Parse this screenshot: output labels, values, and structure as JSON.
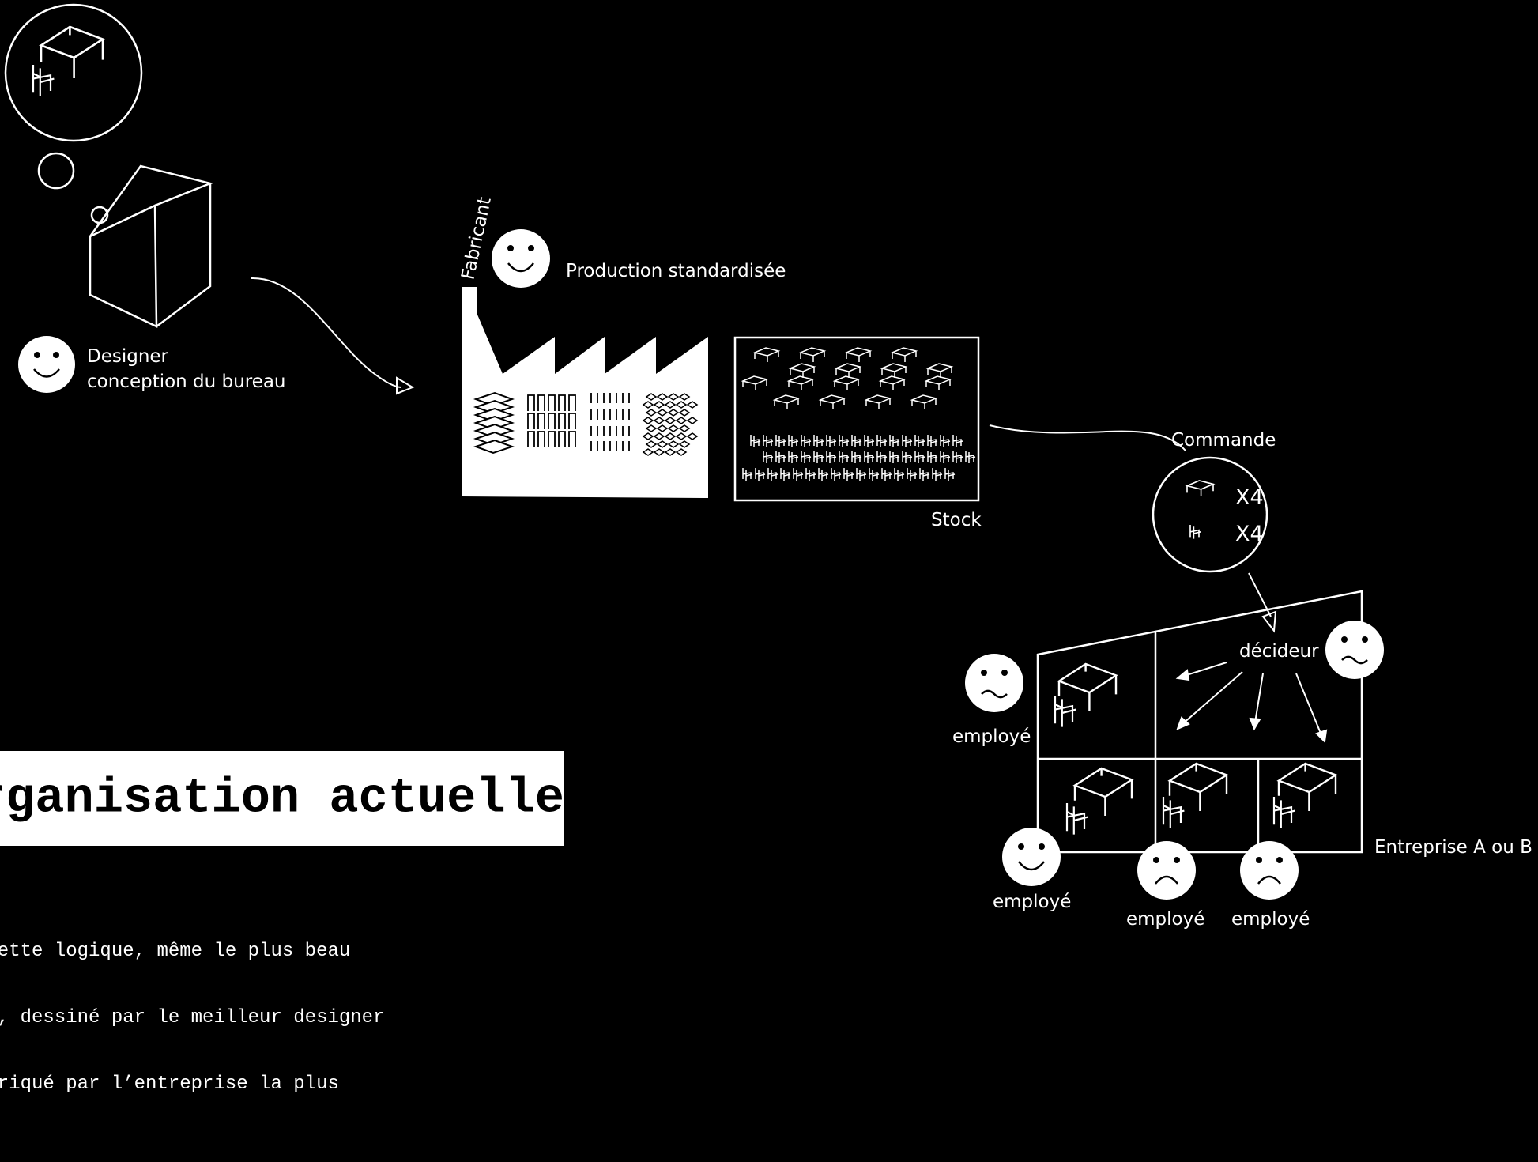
{
  "labels": {
    "designer_line1": "Designer",
    "designer_line2": "conception du bureau",
    "fabricant": "Fabricant",
    "production": "Production standardisée",
    "stock": "Stock",
    "commande": "Commande",
    "qty_table": "X4",
    "qty_chair": "X4",
    "decideur": "décideur",
    "employe_1": "employé",
    "employe_2": "employé",
    "employe_3": "employé",
    "employe_4": "employé",
    "entreprise": "Entreprise A ou B"
  },
  "title": "rganisation actuelle",
  "body_lines": [
    " cette logique, même le plus beau",
    "au, dessiné par le meilleur designer",
    "abriqué par l’entreprise la plus"
  ],
  "colors": {
    "background": "#000000",
    "foreground": "#ffffff"
  },
  "icons": [
    "thought-bubble-desk-icon",
    "designer-head-icon",
    "factory-icon",
    "stock-icon",
    "order-circle-icon",
    "company-floorplan-icon",
    "smiley-happy-icon",
    "smiley-sad-icon",
    "smiley-wavy-icon"
  ]
}
